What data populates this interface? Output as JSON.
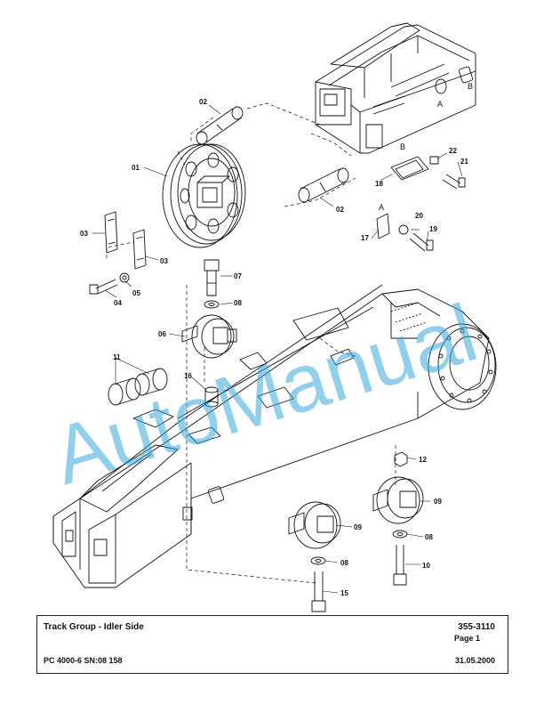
{
  "drawing": {
    "callouts": [
      "01",
      "02",
      "02",
      "03",
      "03",
      "04",
      "05",
      "06",
      "07",
      "08",
      "11",
      "16",
      "17",
      "18",
      "19",
      "20",
      "21",
      "22",
      "12",
      "09",
      "09",
      "08",
      "08",
      "10",
      "15"
    ],
    "letters": [
      "A",
      "B",
      "A",
      "B"
    ]
  },
  "watermark": "AutoManual",
  "title_block": {
    "title": "Track Group - Idler Side",
    "doc_number": "355-3110",
    "page": "Page 1",
    "model": "PC 4000-6 SN:08 158",
    "date": "31.05.2000"
  }
}
